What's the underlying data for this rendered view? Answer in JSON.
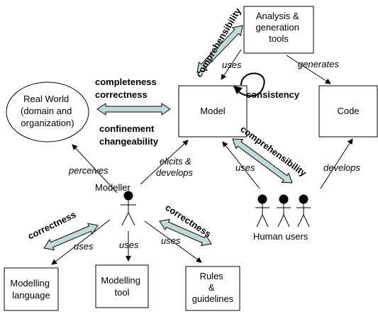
{
  "nodes": {
    "analysis_tools": [
      "Analysis &",
      "generation",
      "tools"
    ],
    "model": "Model",
    "code": "Code",
    "real_world": [
      "Real World",
      "(domain and",
      "organization)"
    ],
    "modeller": "Modeller",
    "human_users": "Human users",
    "modelling_language": [
      "Modelling",
      "language"
    ],
    "modelling_tool": [
      "Modelling",
      "tool"
    ],
    "rules_guidelines": [
      "Rules",
      "&",
      "guidelines"
    ]
  },
  "edge_labels": {
    "uses_tools_model": "uses",
    "generates": "generates",
    "perceives": "perceives",
    "elicits_develops": [
      "elicits &",
      "develops"
    ],
    "uses_humans_model": "uses",
    "develops": "develops",
    "uses_language": "uses",
    "uses_tool": "uses",
    "uses_rules": "uses"
  },
  "qualities": {
    "comprehensibility_top": "comprehensibility",
    "completeness": "completeness",
    "correctness_top": "correctness",
    "consistency": "consistency",
    "confinement": "confinement",
    "changeability": "changeability",
    "comprehensibility_users": "comprehensibility",
    "correctness_language": "correctness",
    "correctness_rules": "correctness"
  },
  "colors": {
    "double_arrow_fill": "#bfdbd9",
    "stroke": "#000000"
  }
}
